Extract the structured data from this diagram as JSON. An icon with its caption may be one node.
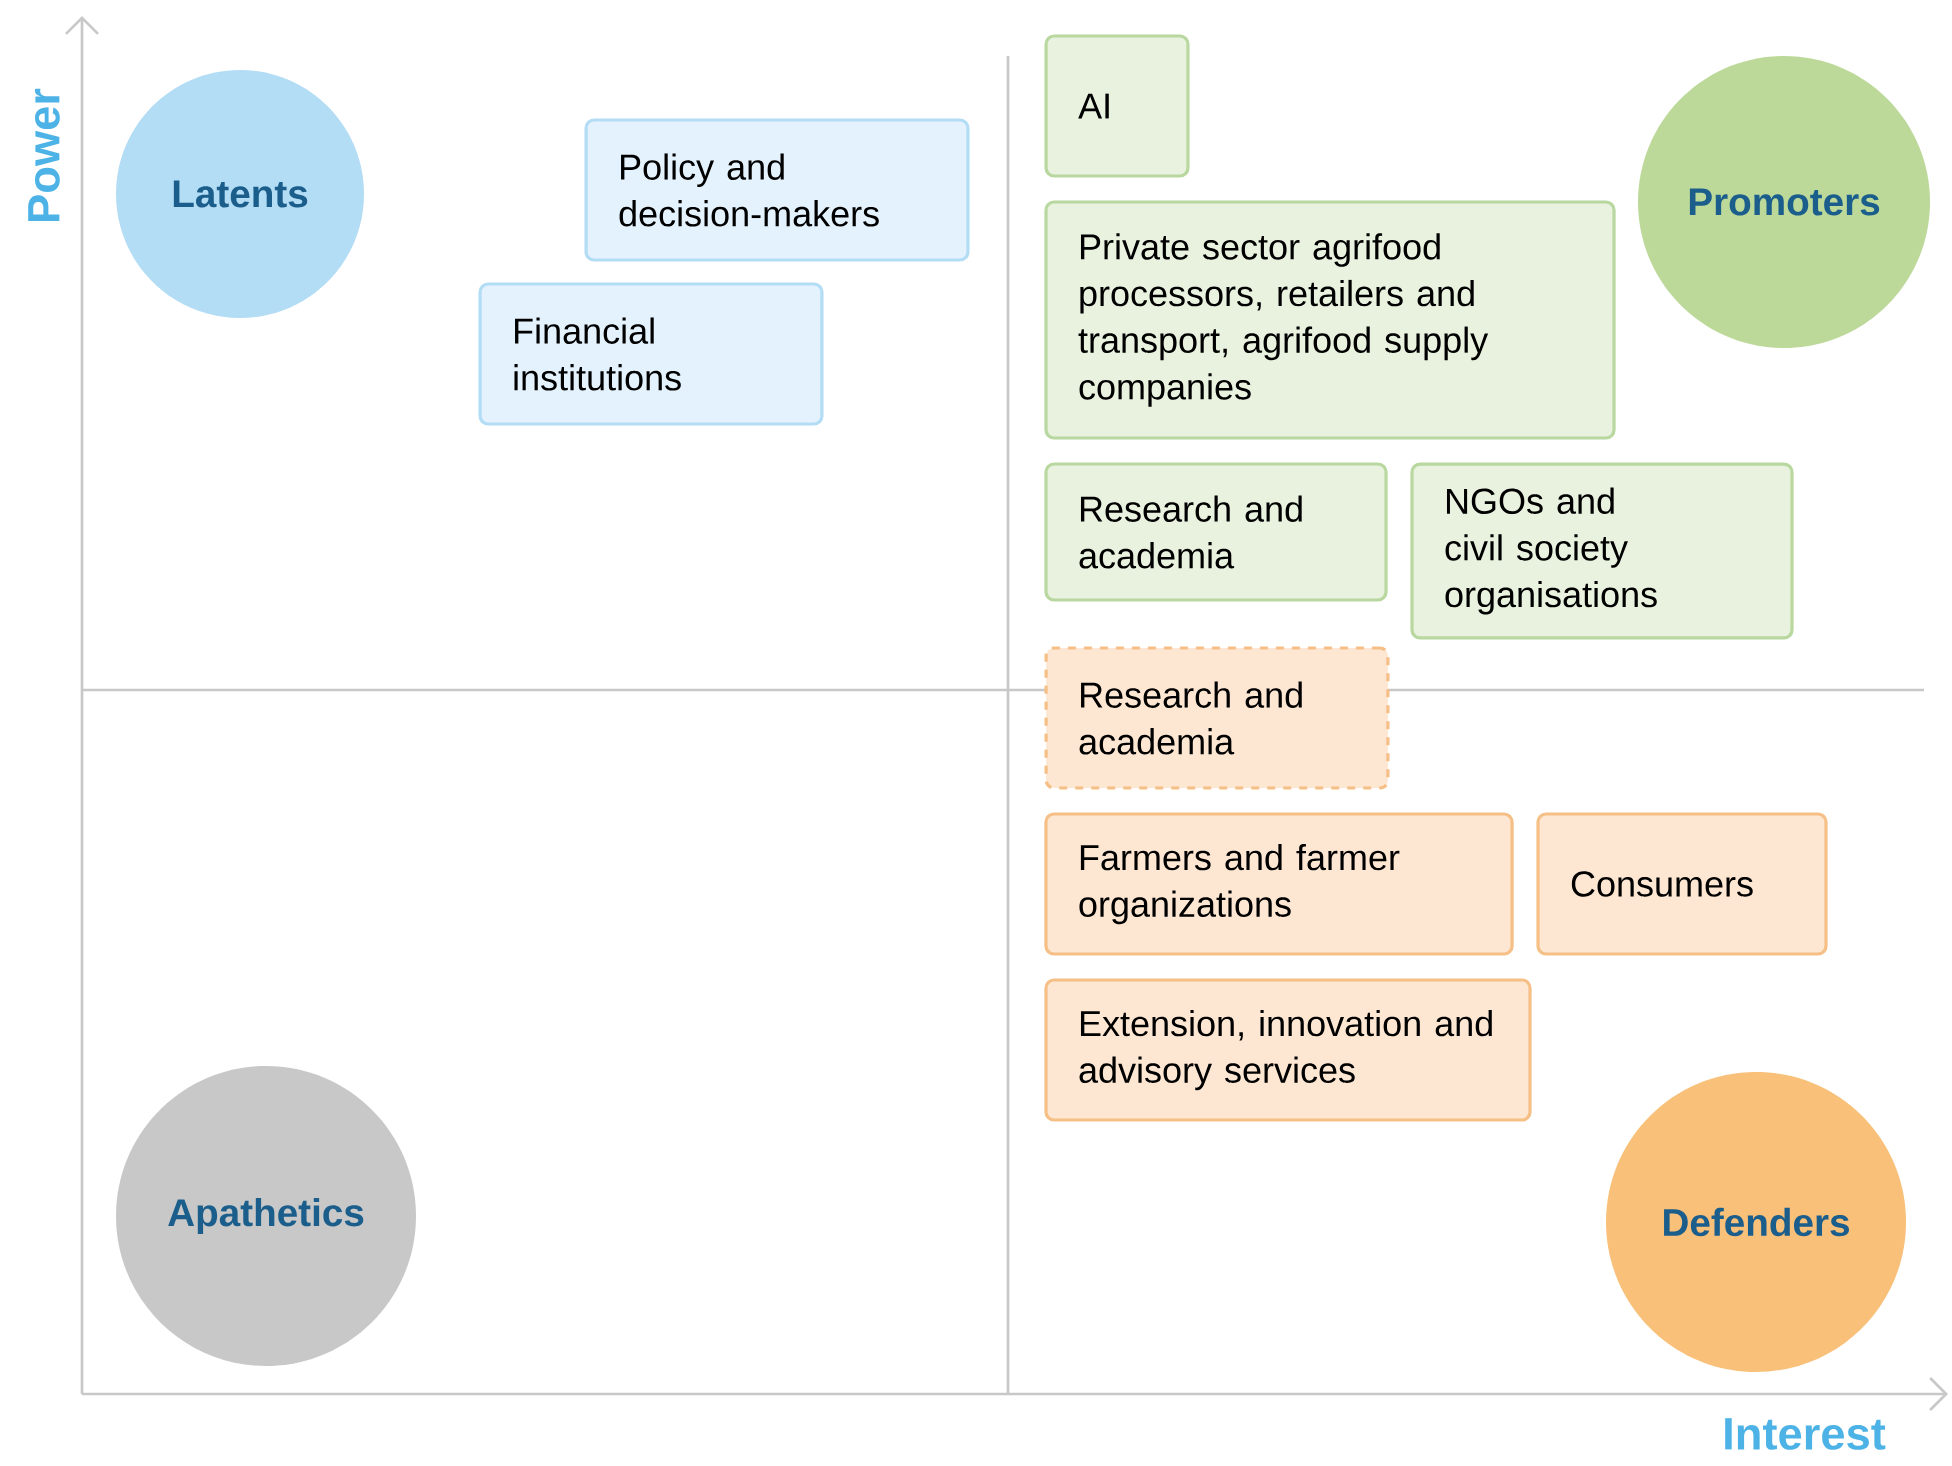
{
  "diagram": {
    "nodes": [
      {
        "text": [
          "Latents"
        ]
      },
      {
        "text": [
          "Policy and decision-makers"
        ]
      },
      {
        "text": [
          "Financial institutions"
        ]
      },
      {
        "text": [
          "AI"
        ]
      },
      {
        "text": [
          "Private sector agrifood processors, retailers and transport, agrifood supply companies"
        ]
      },
      {
        "text": [
          "Promoters"
        ]
      },
      {
        "text": [
          "Research and academia"
        ]
      },
      {
        "text": [
          "NGOs and civil society organisations"
        ]
      },
      {
        "text": [
          "Research and academia"
        ]
      },
      {
        "text": [
          "Farmers and farmer organizations"
        ]
      },
      {
        "text": [
          "Consumers"
        ]
      },
      {
        "text": [
          "Extension, innovation and advisory services"
        ]
      },
      {
        "text": [
          "Apathetics"
        ]
      },
      {
        "text": [
          "Defenders"
        ]
      }
    ],
    "labels": [
      "Power",
      "Interest"
    ]
  }
}
